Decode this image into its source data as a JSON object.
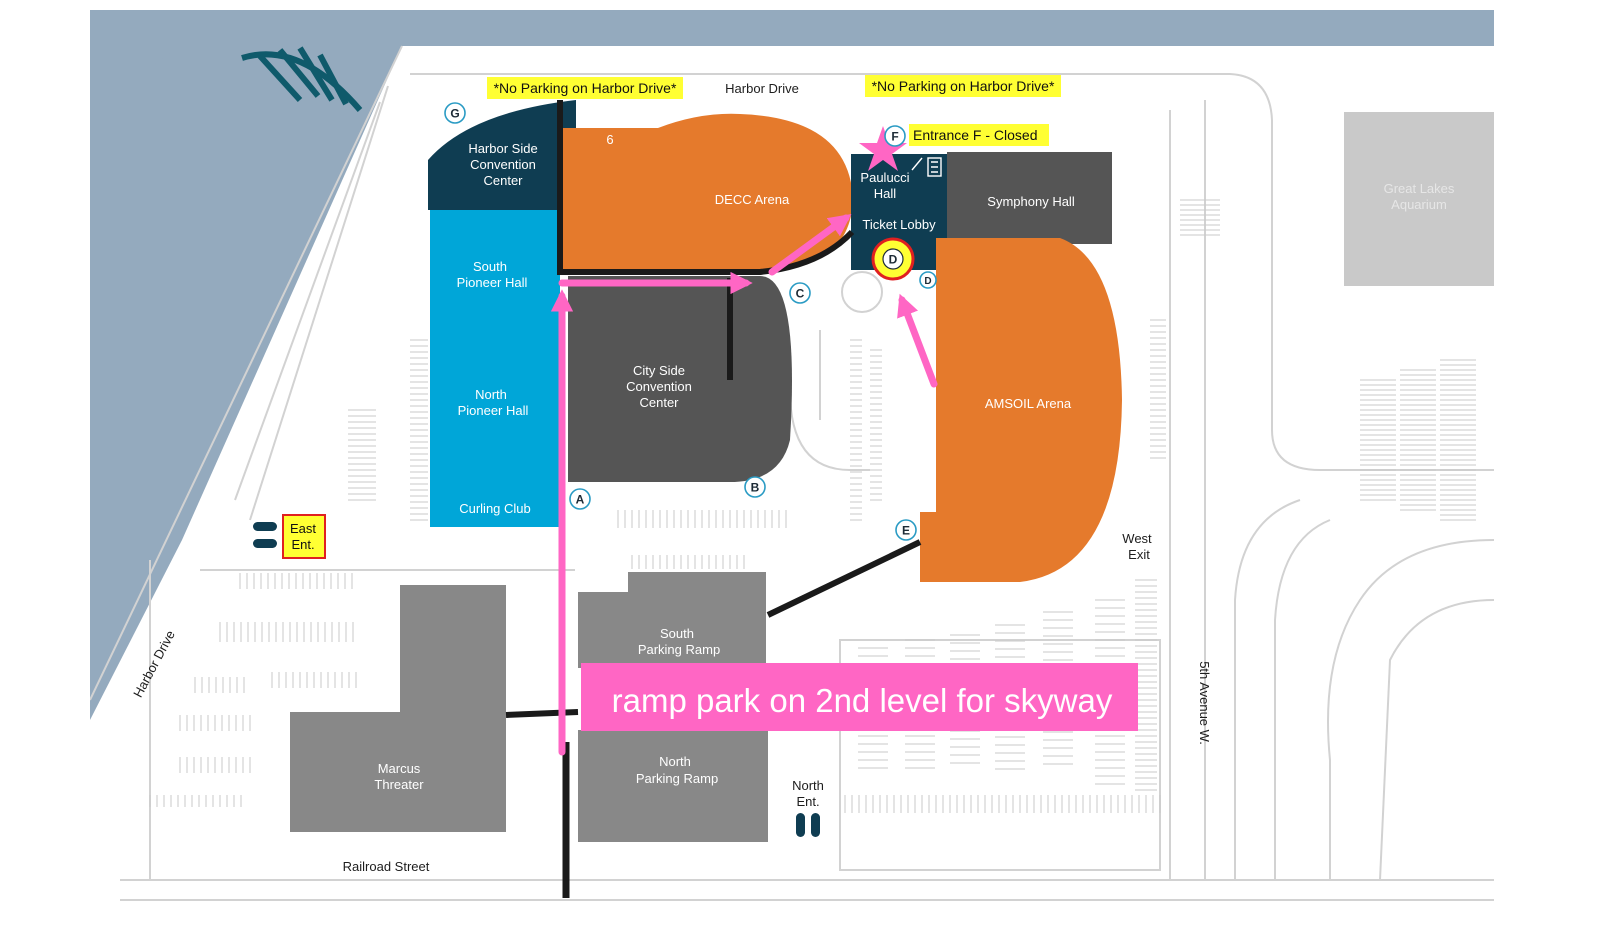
{
  "colors": {
    "water": "#94aabe",
    "teal_dark": "#0f3d52",
    "blue": "#00a6d8",
    "orange": "#e57a2c",
    "gray_dark": "#555555",
    "gray_mid": "#888888",
    "gray_light": "#c9c9c9",
    "pink": "#ff66c4",
    "highlight": "#ffff33"
  },
  "streets": {
    "harbor_drive_top": "Harbor Drive",
    "harbor_drive_left": "Harbor Drive",
    "railroad_street": "Railroad Street",
    "fifth_avenue": "5th Avenue W."
  },
  "notices": {
    "no_parking_left": "*No Parking on Harbor Drive*",
    "no_parking_right": "*No Parking on Harbor Drive*",
    "entrance_f_closed": "Entrance F - Closed",
    "east_entrance_line1": "East",
    "east_entrance_line2": "Ent."
  },
  "buildings": {
    "harbor_side": [
      "Harbor Side",
      "Convention",
      "Center"
    ],
    "decc_arena": "DECC Arena",
    "hall_number": "6",
    "paulucci": [
      "Paulucci",
      "Hall"
    ],
    "ticket_lobby": "Ticket Lobby",
    "symphony_hall": "Symphony Hall",
    "great_lakes": [
      "Great Lakes",
      "Aquarium"
    ],
    "south_pioneer": [
      "South",
      "Pioneer Hall"
    ],
    "north_pioneer": [
      "North",
      "Pioneer Hall"
    ],
    "curling_club": "Curling Club",
    "city_side": [
      "City Side",
      "Convention",
      "Center"
    ],
    "amsoil_arena": "AMSOIL Arena",
    "south_ramp": [
      "South",
      "Parking Ramp"
    ],
    "north_ramp": [
      "North",
      "Parking Ramp"
    ],
    "marcus_theater": [
      "Marcus",
      "Threater"
    ]
  },
  "entrances": {
    "a": "A",
    "b": "B",
    "c": "C",
    "d_main": "D",
    "d_small": "D",
    "e": "E",
    "f": "F",
    "g": "G"
  },
  "exits": {
    "west_exit": [
      "West",
      "Exit"
    ],
    "north_entrance": [
      "North",
      "Ent."
    ]
  },
  "callout": {
    "text": "ramp park on 2nd level for skyway"
  }
}
